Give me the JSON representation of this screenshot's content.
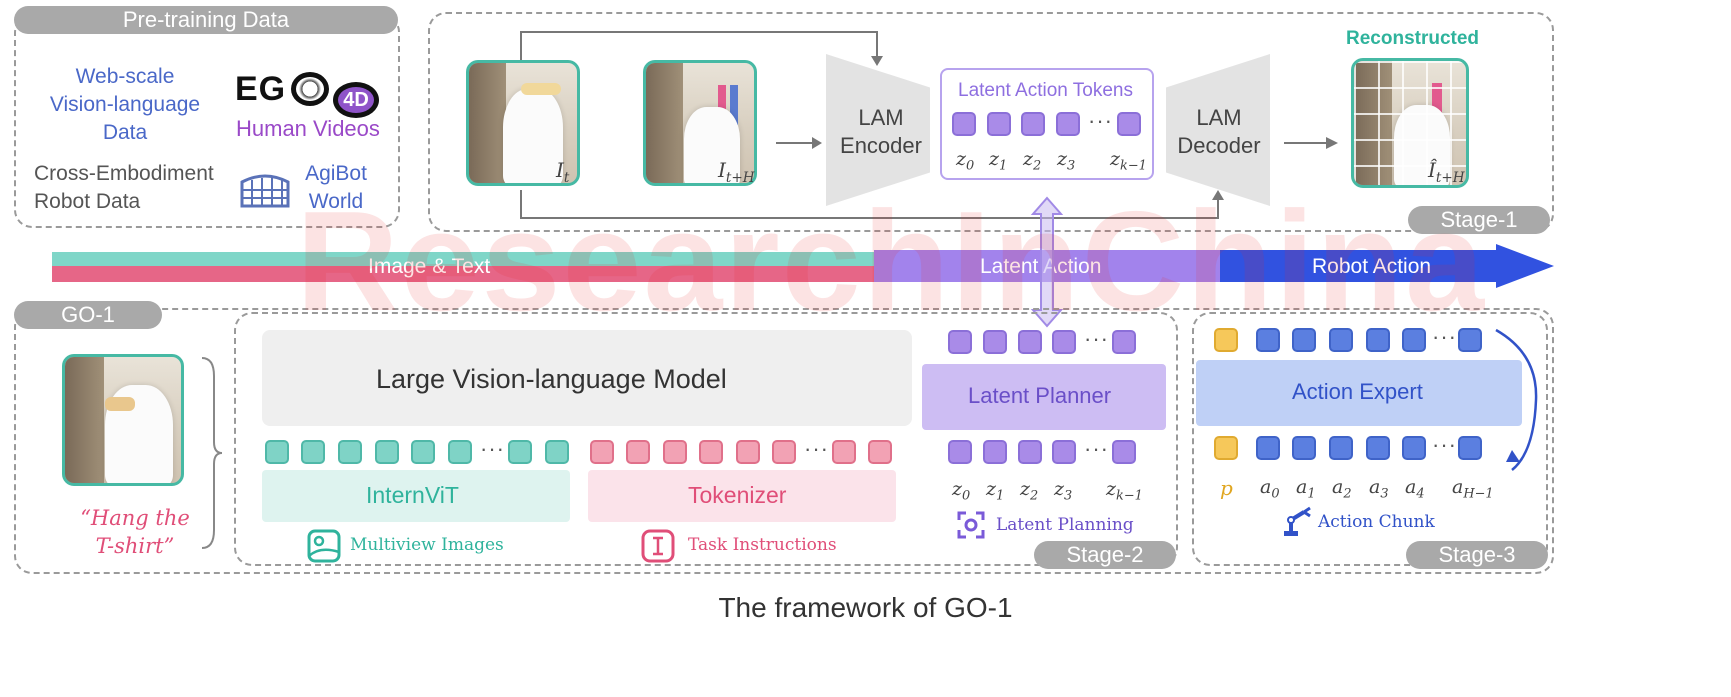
{
  "pretraining": {
    "title": "Pre-training Data",
    "web_scale": "Web-scale\nVision-language\nData",
    "ego": "EG",
    "ego4d": "4D",
    "human_videos": "Human Videos",
    "cross_embodiment": "Cross-Embodiment\nRobot Data",
    "agibot": "AgiBot\nWorld"
  },
  "stage1": {
    "lam_encoder": "LAM\nEncoder",
    "latent_action_tokens": "Latent Action Tokens",
    "lam_decoder": "LAM\nDecoder",
    "reconstructed": "Reconstructed",
    "stage_label": "Stage-1",
    "frame_t": "I",
    "frame_t_sub": "t",
    "frame_th": "I",
    "frame_th_sub": "t+H",
    "recon_sym": "Î",
    "recon_sub": "t+H",
    "z_labels": [
      "0",
      "1",
      "2",
      "3",
      "k−1"
    ],
    "z_sym": "z"
  },
  "banner": {
    "image_text": "Image & Text",
    "latent_action": "Latent Action",
    "robot_action": "Robot Action"
  },
  "go1": {
    "title": "GO-1",
    "instruction": "“Hang the\nT-shirt”",
    "vlm_title": "Large Vision-language Model",
    "internvit": "InternViT",
    "tokenizer": "Tokenizer",
    "multiview": "Multiview Images",
    "task_instructions": "Task Instructions",
    "latent_planner": "Latent Planner",
    "latent_planning": "Latent Planning",
    "stage2": "Stage-2",
    "action_expert": "Action Expert",
    "action_chunk": "Action Chunk",
    "stage3": "Stage-3",
    "p_sym": "p",
    "a_sym": "a",
    "a_labels": [
      "0",
      "1",
      "2",
      "3",
      "4",
      "H−1"
    ]
  },
  "footer": {
    "caption": "The framework of GO-1"
  },
  "watermark": {
    "text": "ResearchInChina"
  },
  "colors": {
    "teal": "#46b9a4",
    "pink": "#e04e78",
    "purple": "#8e6fe0",
    "blue": "#3f5fe0",
    "gray": "#a9a9a9"
  }
}
